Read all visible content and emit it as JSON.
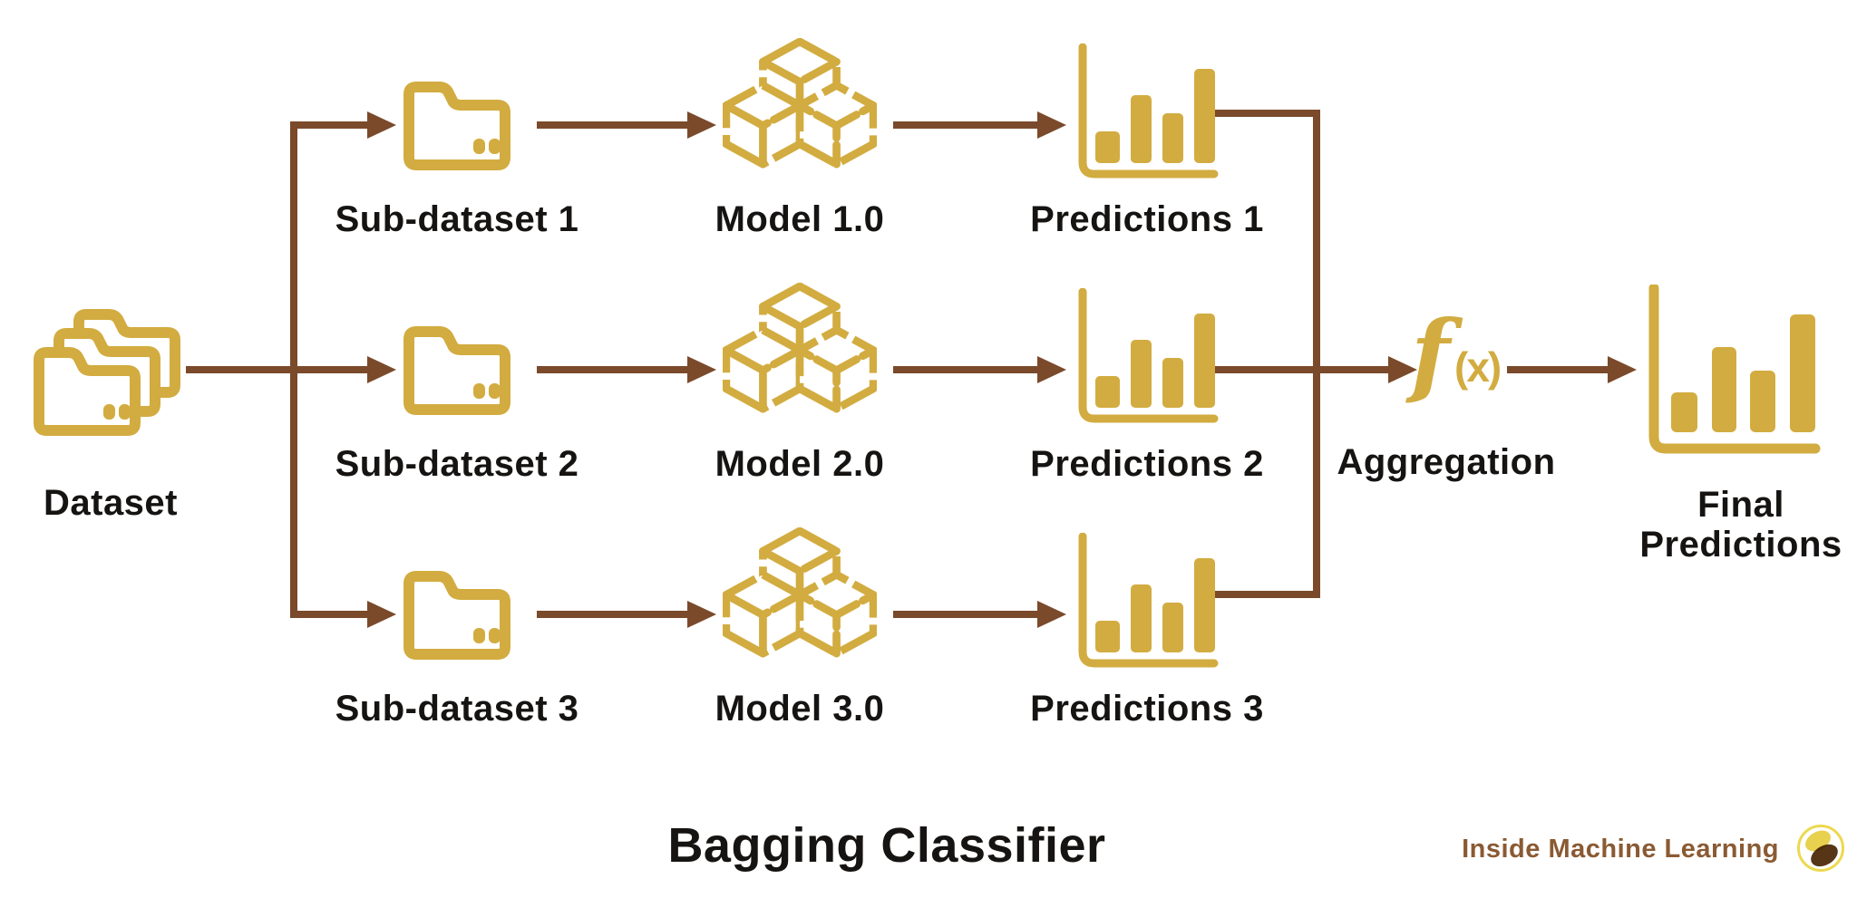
{
  "diagram": {
    "title": "Bagging Classifier",
    "dataset_label": "Dataset",
    "rows": [
      {
        "subdataset": "Sub-dataset 1",
        "model": "Model 1.0",
        "predictions": "Predictions 1"
      },
      {
        "subdataset": "Sub-dataset 2",
        "model": "Model 2.0",
        "predictions": "Predictions 2"
      },
      {
        "subdataset": "Sub-dataset 3",
        "model": "Model 3.0",
        "predictions": "Predictions 3"
      }
    ],
    "aggregation": {
      "label": "Aggregation",
      "symbol_f": "f",
      "symbol_x": "(x)"
    },
    "final_predictions": {
      "line1": "Final",
      "line2": "Predictions"
    }
  },
  "branding": {
    "name": "Inside Machine Learning"
  },
  "icons": {
    "dataset": "stacked-folders-icon",
    "subdataset": "folder-icon",
    "model": "cubes-icon",
    "predictions": "bar-chart-icon",
    "aggregation": "function-fx-icon",
    "final_predictions": "bar-chart-icon",
    "brand_logo": "two-beans-logo-icon"
  },
  "colors": {
    "gold": "#d2ac40",
    "brown": "#7a4a2b",
    "ink": "#161412",
    "bg": "#ffffff",
    "logo-text": "#8a5a33",
    "logo-ring": "#ecd94f",
    "logo-yellow": "#e6cf44",
    "logo-brown": "#573618"
  }
}
